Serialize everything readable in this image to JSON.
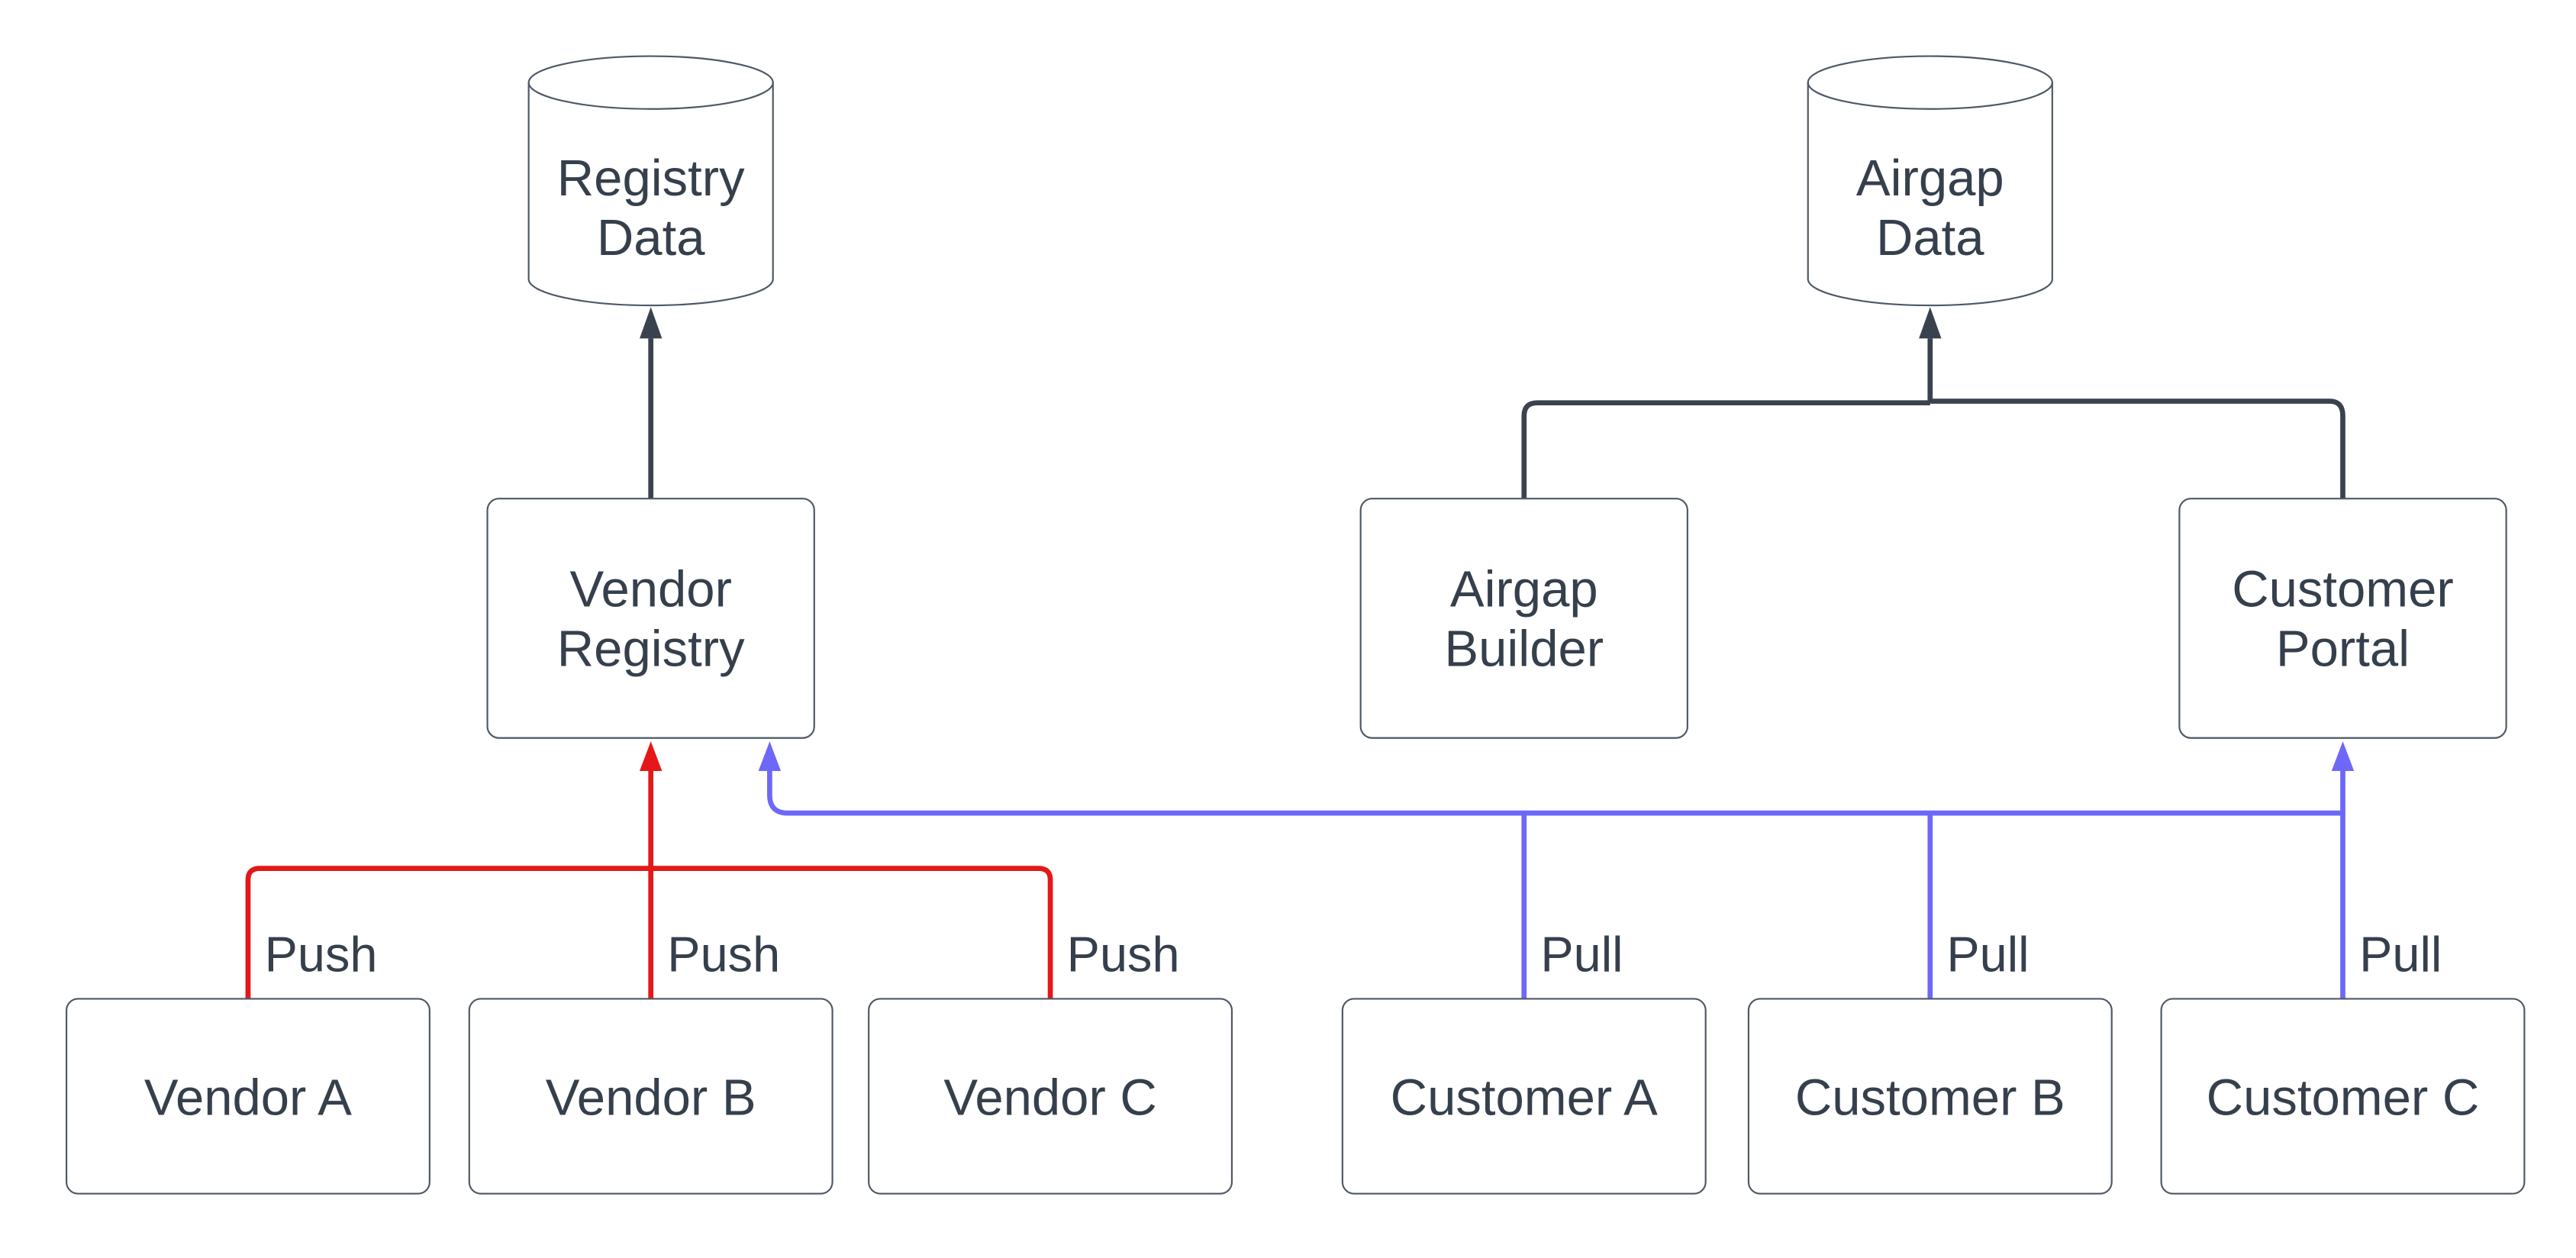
{
  "diagram": {
    "background": "#ffffff",
    "colors": {
      "push": "#E41818",
      "pull": "#6E68F8",
      "flow": "#3A424E",
      "node_border": "#4E5866",
      "text": "#363F4C"
    },
    "datastores": {
      "registry_data": {
        "line1": "Registry",
        "line2": "Data"
      },
      "airgap_data": {
        "line1": "Airgap",
        "line2": "Data"
      }
    },
    "services": {
      "vendor_registry": {
        "line1": "Vendor",
        "line2": "Registry"
      },
      "airgap_builder": {
        "line1": "Airgap",
        "line2": "Builder"
      },
      "customer_portal": {
        "line1": "Customer",
        "line2": "Portal"
      }
    },
    "actors": {
      "vendor_a": {
        "label": "Vendor A"
      },
      "vendor_b": {
        "label": "Vendor B"
      },
      "vendor_c": {
        "label": "Vendor C"
      },
      "customer_a": {
        "label": "Customer A"
      },
      "customer_b": {
        "label": "Customer B"
      },
      "customer_c": {
        "label": "Customer C"
      }
    },
    "edge_labels": {
      "push_a": "Push",
      "push_b": "Push",
      "push_c": "Push",
      "pull_a": "Pull",
      "pull_b": "Pull",
      "pull_c": "Pull"
    }
  }
}
